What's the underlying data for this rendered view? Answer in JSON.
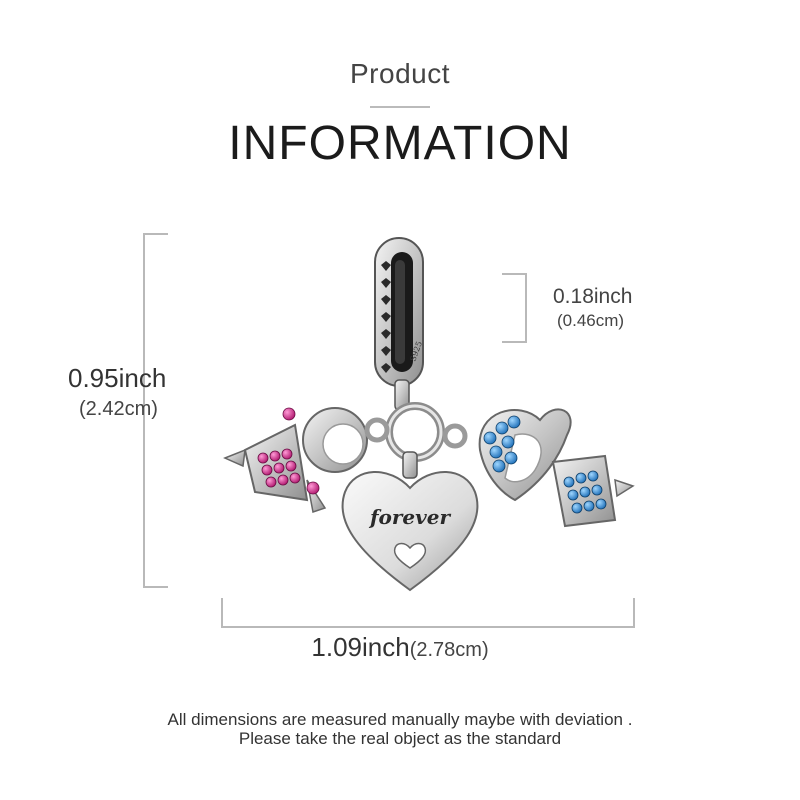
{
  "header": {
    "kicker": "Product",
    "title": "INFORMATION"
  },
  "dimensions": {
    "height": {
      "inch": "0.95inch",
      "cm": "(2.42cm)"
    },
    "bail": {
      "inch": "0.18inch",
      "cm": "(0.46cm)"
    },
    "width": {
      "inch": "1.09inch",
      "cm": "(2.78cm)"
    }
  },
  "product": {
    "engraving": "forever",
    "stamp": "S925",
    "colors": {
      "silver": "#c9c9c9",
      "pink_stone": "#d2348f",
      "blue_stone": "#3d9be0"
    }
  },
  "footer": {
    "line1": "All dimensions are measured manually maybe with deviation .",
    "line2": "Please take the real object as the standard"
  }
}
